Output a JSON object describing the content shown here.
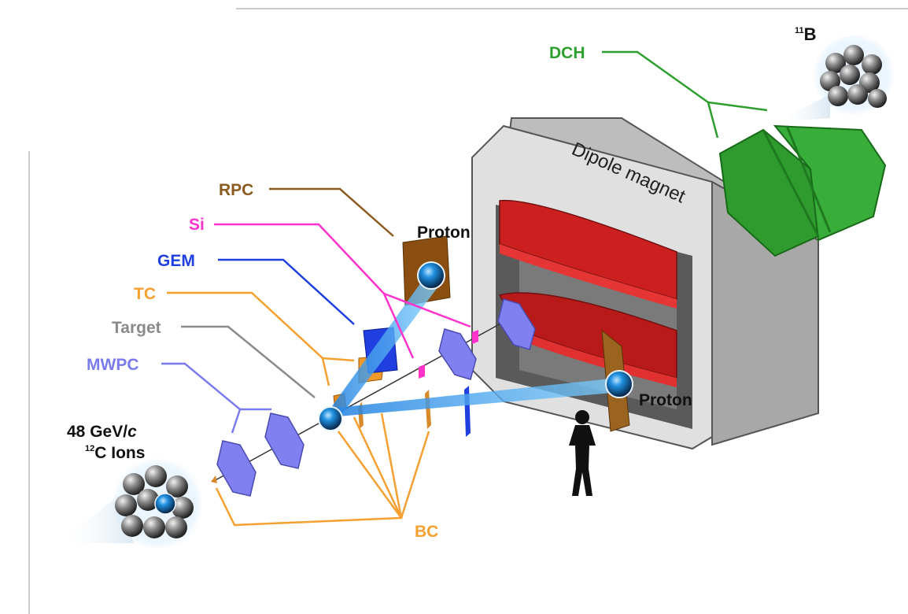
{
  "labels": {
    "dch": "DCH",
    "b11_mass": "11",
    "b11_symbol": "B",
    "magnet": "Dipole magnet",
    "rpc": "RPC",
    "si": "Si",
    "gem": "GEM",
    "tc": "TC",
    "target": "Target",
    "mwpc": "MWPC",
    "proton_top": "Proton",
    "proton_right": "Proton",
    "beam_line1": "48 GeV/",
    "beam_line1_italic": "c",
    "beam_c12_mass": "12",
    "beam_line2": "C Ions",
    "bc": "BC"
  },
  "colors": {
    "dch": "#2e9e2e",
    "rpc": "#8a5a1e",
    "si": "#ff33cc",
    "gem": "#1f3fe0",
    "tc": "#f5a030",
    "target": "#8a8a8a",
    "mwpc": "#7b7bf0",
    "bc": "#f5a030",
    "magnet_body": "#d6d6d6",
    "magnet_coil": "#b01818",
    "beam": "#3399ee"
  }
}
